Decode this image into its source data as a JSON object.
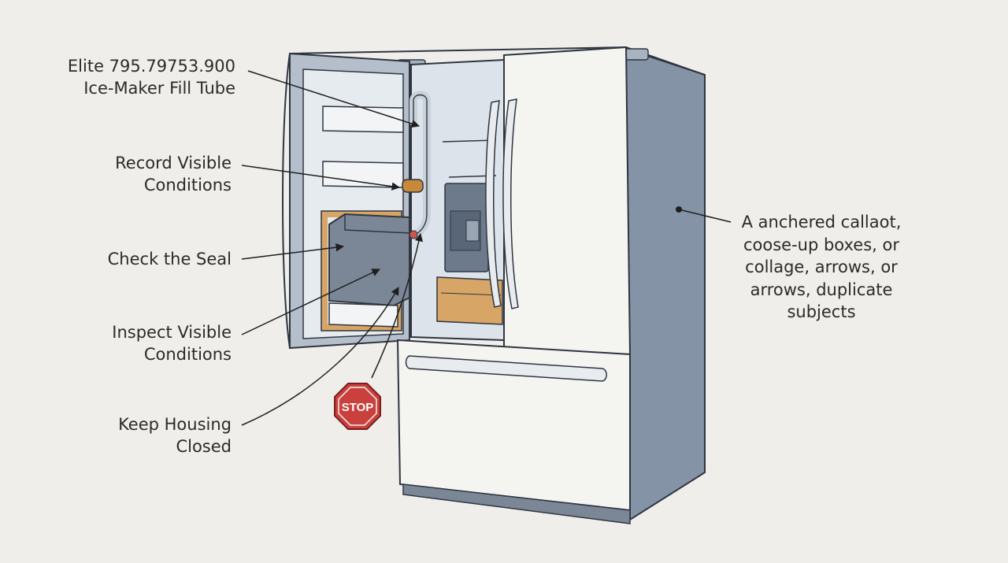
{
  "callouts": [
    {
      "id": "ice-maker-fill-tube",
      "lines": [
        "Elite 795.79753.900",
        "Ice-Maker Fill Tube"
      ]
    },
    {
      "id": "record-visible-conditions",
      "lines": [
        "Record Visible",
        "Conditions"
      ]
    },
    {
      "id": "check-the-seal",
      "lines": [
        "Check the Seal"
      ]
    },
    {
      "id": "inspect-visible-conditions",
      "lines": [
        "Inspect Visible",
        "Conditions"
      ]
    },
    {
      "id": "keep-housing-closed",
      "lines": [
        "Keep Housing",
        "Closed"
      ]
    }
  ],
  "side_note": {
    "lines": [
      "A anchered callaot,",
      "coose-up boxes, or",
      "collage, arrows, or",
      "arrows, duplicate",
      "subjects"
    ]
  },
  "stop_sign": {
    "text": "STOP",
    "color": "#c9403d"
  },
  "colors": {
    "background": "#efeeea",
    "cabinet_side": "#8593a6",
    "door_white": "#f4f4f1",
    "interior": "#dde3ea",
    "ice_bin": "#7b8797",
    "amber_tray": "#d7a566",
    "outline": "#2f3640"
  }
}
